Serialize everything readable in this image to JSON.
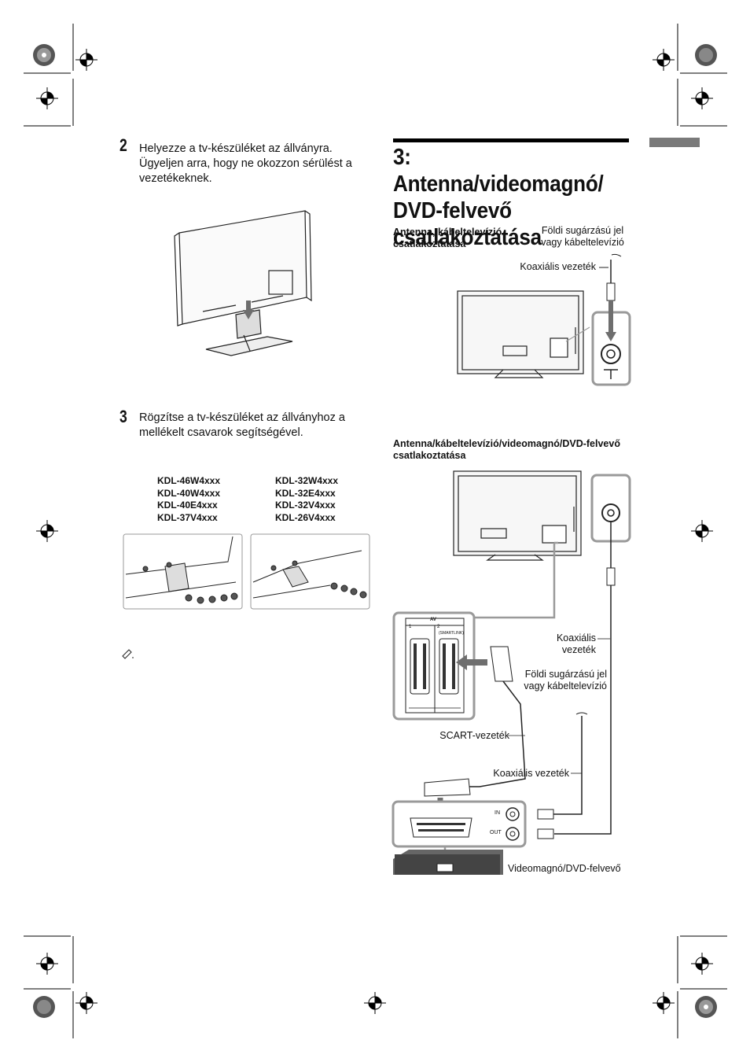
{
  "left": {
    "step2": {
      "number": "2",
      "text": "Helyezze a tv-készüléket az állványra. Ügyeljen arra, hogy ne okozzon sérülést a vezetékeknek."
    },
    "step3": {
      "number": "3",
      "text": "Rögzítse a tv-készüléket az állványhoz a mellékelt csavarok segítségével."
    },
    "models_left": [
      "KDL-46W4xxx",
      "KDL-40W4xxx",
      "KDL-40E4xxx",
      "KDL-37V4xxx"
    ],
    "models_right": [
      "KDL-32W4xxx",
      "KDL-32E4xxx",
      "KDL-32V4xxx",
      "KDL-26V4xxx"
    ]
  },
  "right": {
    "title": "3: Antenna/videomagnó/ DVD-felvevő csatlakoztatása",
    "section1": {
      "heading": "Antenna, kábeltelevízió csatlakoztatása",
      "signal_label": "Földi sugárzású jel vagy kábeltelevízió",
      "coax_label": "Koaxiális vezeték"
    },
    "section2": {
      "heading": "Antenna/kábeltelevízió/videomagnó/DVD-felvevő csatlakoztatása",
      "coax_label_1": "Koaxiális vezeték",
      "signal_label": "Földi sugárzású jel vagy kábeltelevízió",
      "scart_label": "SCART-vezeték",
      "coax_label_2": "Koaxiális vezeték",
      "recorder_label": "Videomagnó/DVD-felvevő",
      "av_label": "AV",
      "port_1": "1",
      "port_2": "2",
      "smartlink": "(SMARTLINK)",
      "in_label": "IN",
      "out_label": "OUT"
    }
  },
  "colors": {
    "text": "#111111",
    "highlight_frame": "#9a9a9a",
    "arrow": "#7a7a7a",
    "tab": "#7a7a7a"
  }
}
